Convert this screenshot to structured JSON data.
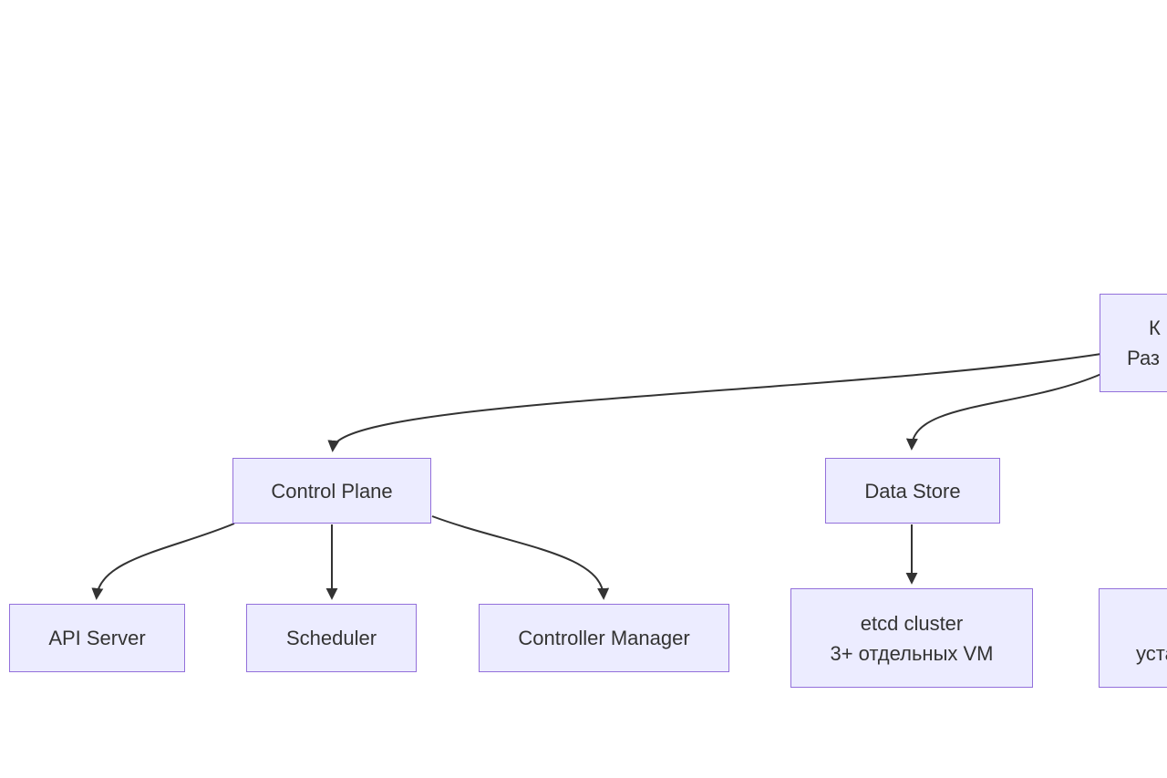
{
  "colors": {
    "node-fill": "#ECECFF",
    "node-border": "#9370DB",
    "edge-color": "#333333",
    "text-color": "#333333",
    "bg-color": "#ffffff"
  },
  "nodes": {
    "control_plane": {
      "label": "Control Plane"
    },
    "data_store": {
      "label": "Data Store"
    },
    "api_server": {
      "label": "API Server"
    },
    "scheduler": {
      "label": "Scheduler"
    },
    "controller_manager": {
      "label": "Controller Manager"
    },
    "etcd": {
      "line1": "etcd cluster",
      "line2": "3+ отдельных VM"
    },
    "cluster_cut": {
      "line1": "К",
      "line2": "Раз"
    },
    "install_cut": {
      "line1": "",
      "line2": "уста"
    }
  }
}
